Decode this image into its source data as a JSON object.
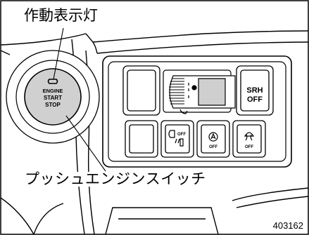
{
  "callouts": {
    "indicator_light": "作動表示灯",
    "push_button": "プッシュエンジンスイッチ"
  },
  "start_button": {
    "line1": "ENGINE",
    "line2": "START",
    "line3": "STOP"
  },
  "panel_buttons": {
    "srh_line1": "SRH",
    "srh_line2": "OFF",
    "off_label": "OFF"
  },
  "figure_number": "403162"
}
